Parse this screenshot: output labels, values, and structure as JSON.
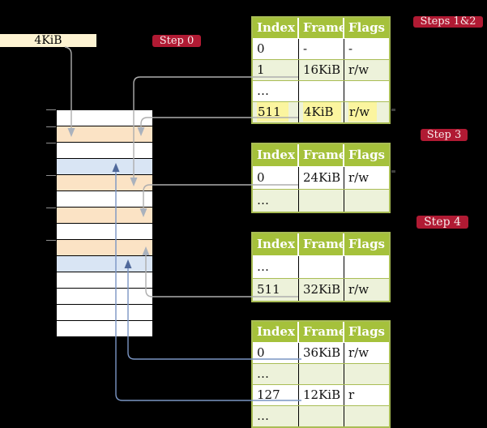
{
  "root_box": {
    "label": "4KiB"
  },
  "badges": {
    "step0": {
      "label": "Step 0"
    },
    "steps12": {
      "label": "Steps 1&2"
    },
    "step3": {
      "label": "Step 3"
    },
    "step4": {
      "label": "Step 4"
    }
  },
  "tables": [
    {
      "headers": [
        "Index",
        "Frame",
        "Flags"
      ],
      "rows": [
        {
          "index": "0",
          "frame": "-",
          "flags": "-",
          "shade": "white",
          "highlight": false
        },
        {
          "index": "1",
          "frame": "16KiB",
          "flags": "r/w",
          "shade": "green",
          "highlight": false
        },
        {
          "index": "…",
          "frame": "",
          "flags": "",
          "shade": "white",
          "highlight": false
        },
        {
          "index": "511",
          "frame": "4KiB",
          "flags": "r/w",
          "shade": "green",
          "highlight": true
        }
      ]
    },
    {
      "headers": [
        "Index",
        "Frame",
        "Flags"
      ],
      "rows": [
        {
          "index": "0",
          "frame": "24KiB",
          "flags": "r/w",
          "shade": "white",
          "highlight": false
        },
        {
          "index": "…",
          "frame": "",
          "flags": "",
          "shade": "green",
          "highlight": false
        }
      ]
    },
    {
      "headers": [
        "Index",
        "Frame",
        "Flags"
      ],
      "rows": [
        {
          "index": "…",
          "frame": "",
          "flags": "",
          "shade": "white",
          "highlight": false
        },
        {
          "index": "511",
          "frame": "32KiB",
          "flags": "r/w",
          "shade": "green",
          "highlight": false
        }
      ]
    },
    {
      "headers": [
        "Index",
        "Frame",
        "Flags"
      ],
      "rows": [
        {
          "index": "0",
          "frame": "36KiB",
          "flags": "r/w",
          "shade": "white",
          "highlight": false
        },
        {
          "index": "…",
          "frame": "",
          "flags": "",
          "shade": "green",
          "highlight": false
        },
        {
          "index": "127",
          "frame": "12KiB",
          "flags": "r",
          "shade": "white",
          "highlight": false
        },
        {
          "index": "…",
          "frame": "",
          "flags": "",
          "shade": "green",
          "highlight": false
        }
      ]
    }
  ],
  "memory_strip": {
    "frame_rows": [
      "free",
      "pagetable",
      "free",
      "data",
      "pagetable",
      "free",
      "pagetable",
      "free",
      "pagetable",
      "data",
      "free",
      "free",
      "free",
      "free"
    ]
  },
  "arrows": [
    {
      "from": "root-box",
      "to": "frame-4KiB",
      "color": "gray"
    },
    {
      "from": "table1-row-1",
      "to": "frame-16KiB",
      "color": "gray"
    },
    {
      "from": "table1-row-511",
      "to": "frame-4KiB",
      "color": "gray"
    },
    {
      "from": "table2-row-0",
      "to": "frame-24KiB",
      "color": "gray"
    },
    {
      "from": "table3-row-511",
      "to": "frame-32KiB",
      "color": "gray"
    },
    {
      "from": "table4-row-0",
      "to": "frame-36KiB",
      "color": "blue"
    },
    {
      "from": "table4-row-127",
      "to": "frame-12KiB",
      "color": "blue"
    }
  ],
  "colors": {
    "background": "#000000",
    "header_green": "#a5c13b",
    "row_green": "#edf2da",
    "border_green": "#a9bd55",
    "highlight_yellow": "#fbf59f",
    "frame_orange": "#fbe3c5",
    "frame_blue": "#d9e5f4",
    "box_cream": "#fdf3d2",
    "badge_red": "#b01a33",
    "arrow_gray": "#aeaeae",
    "arrow_blue": "#7a95c3"
  }
}
